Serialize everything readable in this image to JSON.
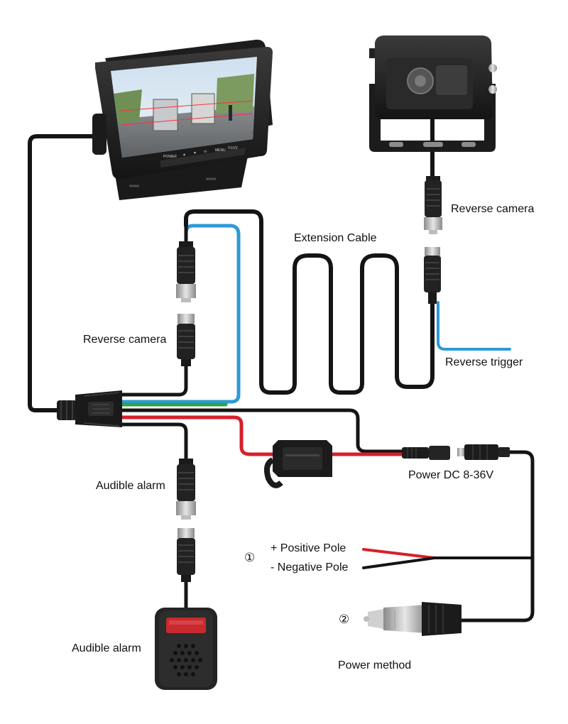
{
  "labels": {
    "reverse_camera_top": "Reverse camera",
    "extension_cable": "Extension Cable",
    "reverse_camera_left": "Reverse camera",
    "reverse_trigger": "Reverse trigger",
    "audible_alarm_cable": "Audible alarm",
    "power_dc": "Power DC 8-36V",
    "positive_pole": "+ Positive Pole",
    "negative_pole": "- Negative Pole",
    "audible_alarm_device": "Audible alarm",
    "power_method": "Power method"
  },
  "markers": {
    "option_1": "①",
    "option_2": "②"
  },
  "monitor_buttons": [
    "POWER",
    "▲",
    "▼",
    "⬭",
    "MENU",
    "V1/V2"
  ],
  "wire_colors": {
    "black": "#141414",
    "blue": "#2d9ad6",
    "green": "#2fa14a",
    "red": "#d6202a"
  },
  "icons": [
    "monitor",
    "reverse-camera",
    "aviation-connector",
    "fuse-holder",
    "dc-jack",
    "alarm-buzzer",
    "cigarette-lighter-plug"
  ]
}
